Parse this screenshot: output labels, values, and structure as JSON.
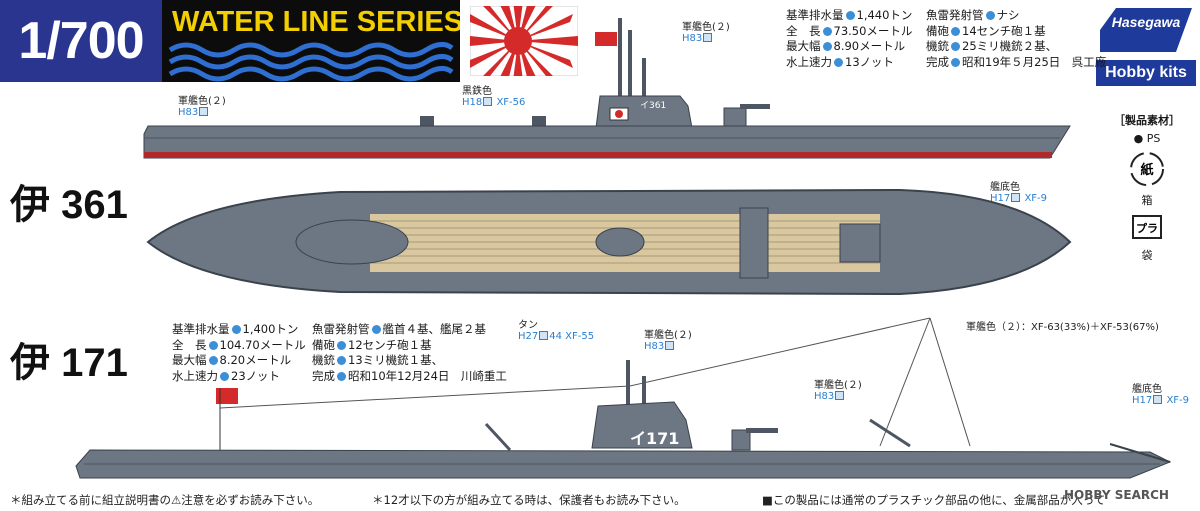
{
  "box": {
    "scale": "1/700",
    "series_title": "WATER LINE SERIES",
    "brand_logo": "Hasegawa",
    "brand_tag": "Hobby kits"
  },
  "materials": {
    "heading": "［製品素材］",
    "plastic": "PS",
    "paper_mark": "紙",
    "paper_label": "箱",
    "plastic_mark": "プラ",
    "plastic_label": "袋"
  },
  "ship_361": {
    "name": "伊 361",
    "hull_number": "イ361",
    "specs": {
      "col1": [
        {
          "label": "基準排水量",
          "value": "1,440トン"
        },
        {
          "label": "全　長",
          "value": "73.50メートル"
        },
        {
          "label": "最大幅",
          "value": "8.90メートル"
        },
        {
          "label": "水上速力",
          "value": "13ノット"
        }
      ],
      "col2": [
        {
          "label": "魚雷発射管",
          "value": "ナシ"
        },
        {
          "label": "備砲",
          "value": "14センチ砲１基"
        },
        {
          "label": "機銃",
          "value": "25ミリ機銃２基、"
        },
        {
          "label": "完成",
          "value": "昭和19年５月25日　呉工廠"
        }
      ]
    },
    "labels": {
      "conning_color": "軍艦色(２)",
      "conning_code": "H83",
      "hull_color": "軍艦色(２)",
      "hull_code": "H83",
      "gun_color": "黒鉄色",
      "gun_code": "H18",
      "gun_xf": "XF-56",
      "bottom_color": "艦底色",
      "bottom_code": "H17",
      "bottom_xf": "XF-9"
    }
  },
  "deck": {
    "color": "タン",
    "code": "H27",
    "code2": "44",
    "xf": "XF-55"
  },
  "ship_171": {
    "name": "伊 171",
    "hull_number": "イ171",
    "specs": {
      "col1": [
        {
          "label": "基準排水量",
          "value": "1,400トン"
        },
        {
          "label": "全　長",
          "value": "104.70メートル"
        },
        {
          "label": "最大幅",
          "value": "8.20メートル"
        },
        {
          "label": "水上速力",
          "value": "23ノット"
        }
      ],
      "col2": [
        {
          "label": "魚雷発射管",
          "value": "艦首４基、艦尾２基"
        },
        {
          "label": "備砲",
          "value": "12センチ砲１基"
        },
        {
          "label": "機銃",
          "value": "13ミリ機銃１基、"
        },
        {
          "label": "完成",
          "value": "昭和10年12月24日　川崎重工"
        }
      ]
    },
    "labels": {
      "mix_color": "軍艦色（２）：XF-63(33%)＋XF-53(67%)",
      "conning_color": "軍艦色(２)",
      "conning_code": "H83",
      "hull_color": "軍艦色(２)",
      "hull_code": "H83",
      "bottom_color": "艦底色",
      "bottom_code": "H17",
      "bottom_xf": "XF-9"
    }
  },
  "footer": {
    "note1": "＊組み立てる前に組立説明書の⚠注意を必ずお読み下さい。",
    "note2": "＊12才以下の方が組み立てる時は、保護者もお読み下さい。",
    "note3": "■この製品には通常のプラスチック部品の他に、金属部品が入って",
    "watermark": "HOBBY SEARCH"
  },
  "colors": {
    "hull_gray": "#6c7783",
    "hull_dark": "#4d5662",
    "boot_red": "#b3282d",
    "deck_tan": "#d9c7a0",
    "scale_blue": "#2a3590",
    "series_yellow": "#f4cf00",
    "wave_blue": "#2f6fd1"
  }
}
